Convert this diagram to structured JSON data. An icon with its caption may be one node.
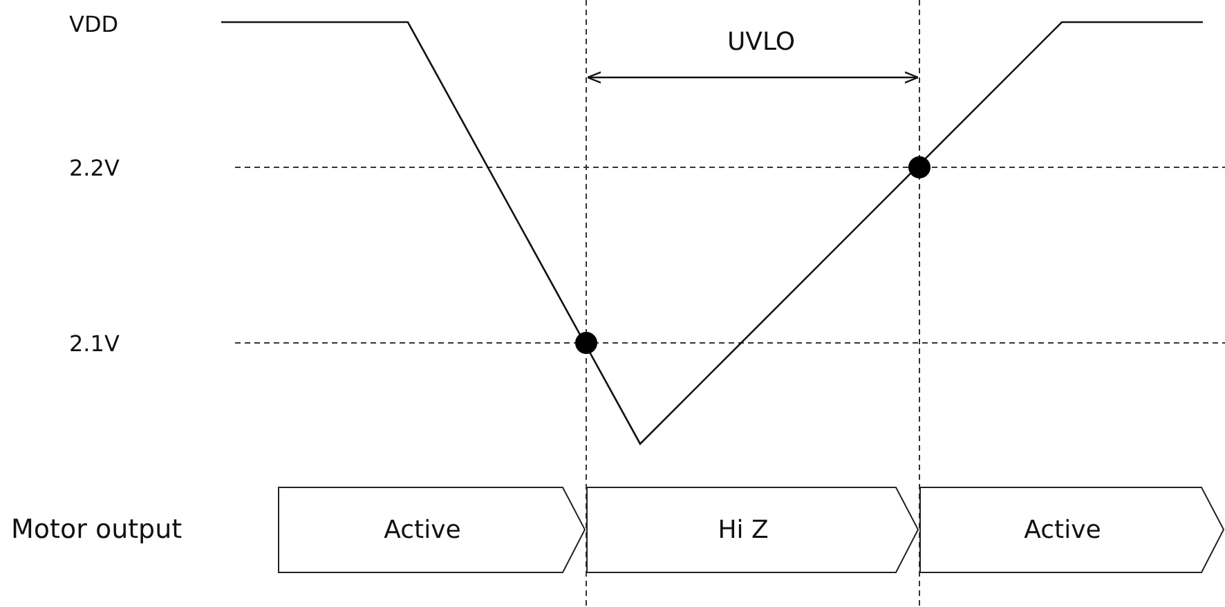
{
  "diagram": {
    "nodes": [
      {
        "text": [
          "Active"
        ]
      },
      {
        "text": [
          "Hi Z"
        ]
      },
      {
        "text": [
          "Active"
        ]
      }
    ],
    "labels": [
      "VDD",
      "UVLO",
      "2.2V",
      "2.1V",
      "Motor output"
    ]
  }
}
